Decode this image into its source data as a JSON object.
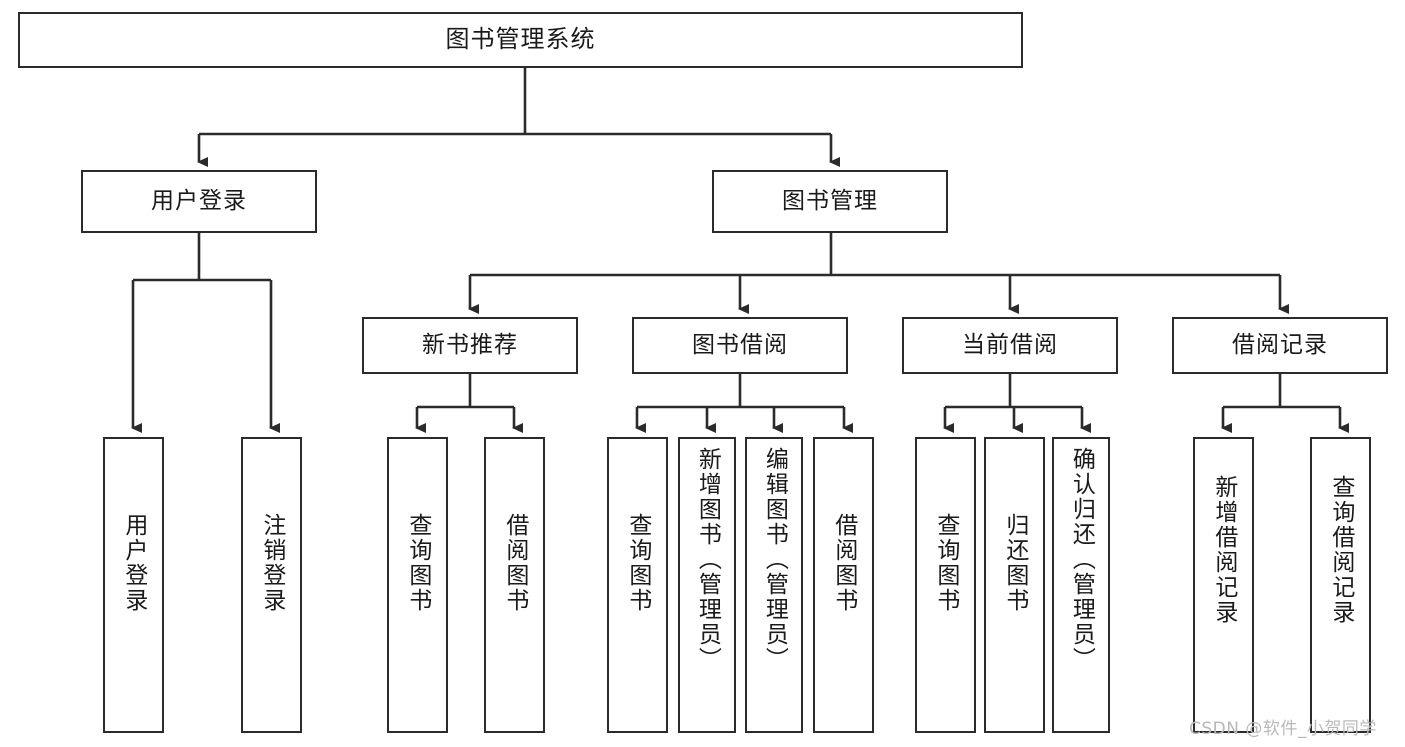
{
  "diagram": {
    "title": "图书管理系统",
    "type": "tree",
    "watermark": "CSDN @软件_小贺同学",
    "colors": {
      "stroke": "#2b2b2b",
      "fill": "#ffffff",
      "text": "#1a1a1a",
      "watermark": "#b9b9b9"
    },
    "nodes": {
      "root": {
        "label": "图书管理系统"
      },
      "level2": [
        {
          "label": "用户登录"
        },
        {
          "label": "图书管理"
        }
      ],
      "level3": [
        {
          "label": "新书推荐"
        },
        {
          "label": "图书借阅"
        },
        {
          "label": "当前借阅"
        },
        {
          "label": "借阅记录"
        }
      ],
      "leaves_user_login": [
        {
          "label": "用户登录"
        },
        {
          "label": "注销登录"
        }
      ],
      "leaves_new_book": [
        {
          "label": "查询图书"
        },
        {
          "label": "借阅图书"
        }
      ],
      "leaves_borrow": [
        {
          "label": "查询图书"
        },
        {
          "label": "新增图书（管理员）"
        },
        {
          "label": "编辑图书（管理员）"
        },
        {
          "label": "借阅图书"
        }
      ],
      "leaves_current": [
        {
          "label": "查询图书"
        },
        {
          "label": "归还图书"
        },
        {
          "label": "确认归还（管理员）"
        }
      ],
      "leaves_record": [
        {
          "label": "新增借阅记录"
        },
        {
          "label": "查询借阅记录"
        }
      ]
    }
  }
}
